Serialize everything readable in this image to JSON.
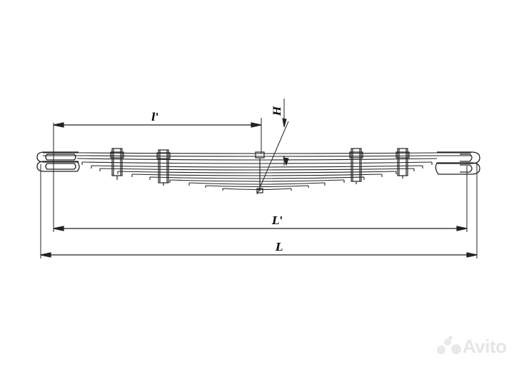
{
  "diagram": {
    "labels": {
      "half_length": "l'",
      "height": "H",
      "eye_span": "L'",
      "total_length": "L"
    }
  },
  "watermark": {
    "text": "Avito"
  }
}
